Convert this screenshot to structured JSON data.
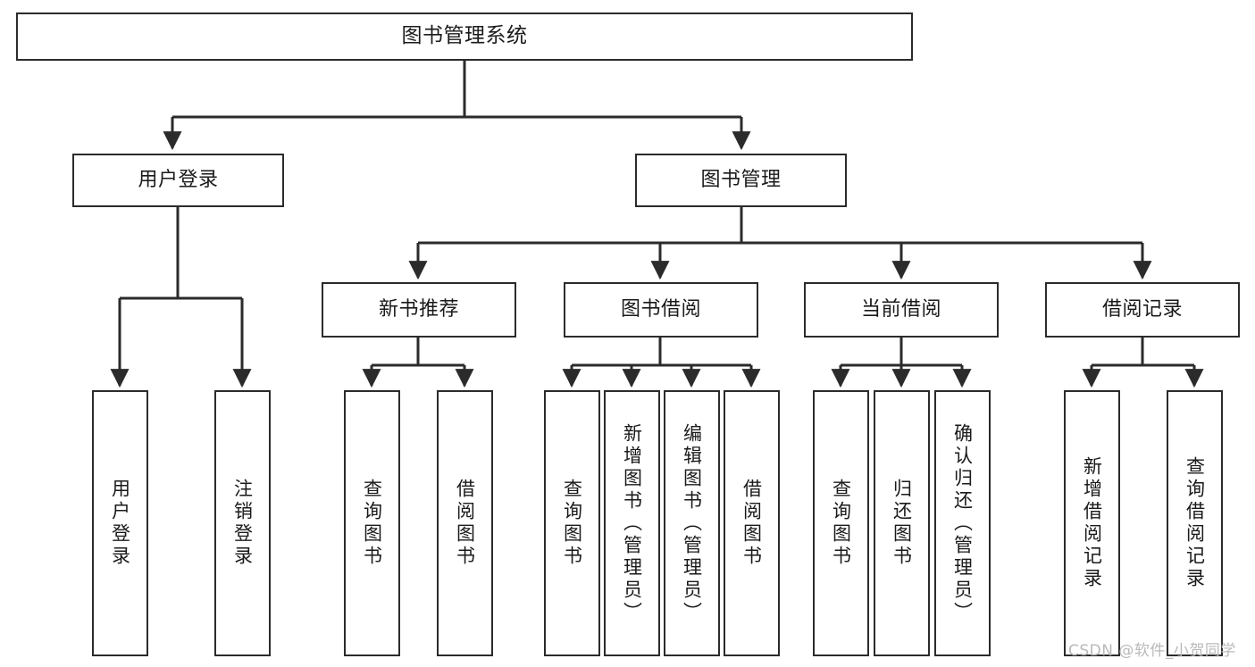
{
  "diagram": {
    "type": "tree",
    "title": "图书管理系统",
    "watermark": "CSDN @软件_小贺同学",
    "colors": {
      "box_border": "#2b2b2b",
      "box_fill": "#ffffff",
      "line": "#2b2b2b",
      "text": "#1a1a1a",
      "watermark": "#b9b9b9",
      "background": "#ffffff"
    },
    "nodes": {
      "root": {
        "label": "图书管理系统"
      },
      "level2": [
        {
          "label": "用户登录"
        },
        {
          "label": "图书管理"
        }
      ],
      "level3": [
        {
          "label": "新书推荐"
        },
        {
          "label": "图书借阅"
        },
        {
          "label": "当前借阅"
        },
        {
          "label": "借阅记录"
        }
      ],
      "leaves": {
        "user_login": [
          {
            "label": "用户登录"
          },
          {
            "label": "注销登录"
          }
        ],
        "new_book_recommend": [
          {
            "label": "查询图书"
          },
          {
            "label": "借阅图书"
          }
        ],
        "book_borrow": [
          {
            "label": "查询图书"
          },
          {
            "label": "新增图书（管理员）"
          },
          {
            "label": "编辑图书（管理员）"
          },
          {
            "label": "借阅图书"
          }
        ],
        "current_borrow": [
          {
            "label": "查询图书"
          },
          {
            "label": "归还图书"
          },
          {
            "label": "确认归还（管理员）"
          }
        ],
        "borrow_record": [
          {
            "label": "新增借阅记录"
          },
          {
            "label": "查询借阅记录"
          }
        ]
      }
    }
  }
}
